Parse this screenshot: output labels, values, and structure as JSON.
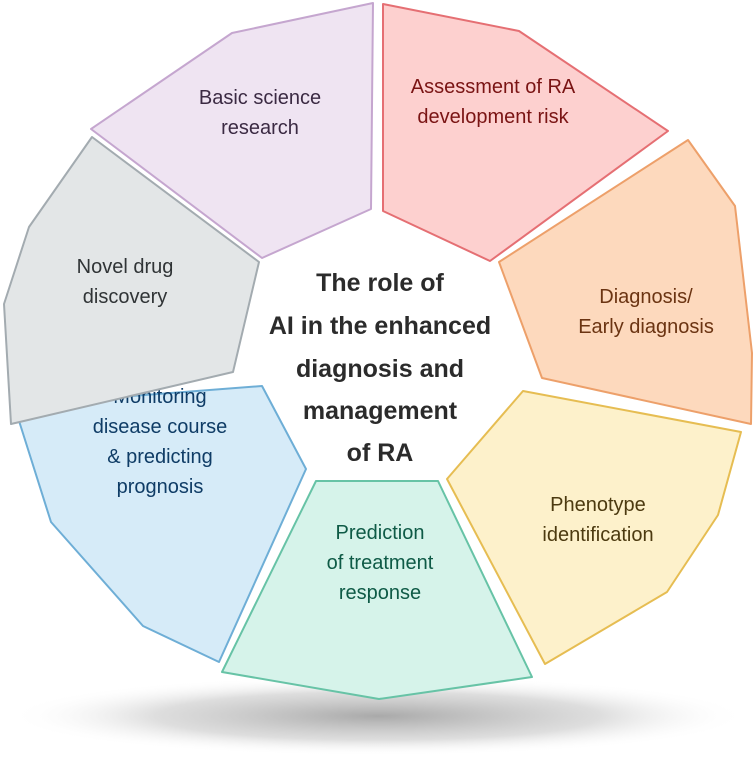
{
  "center": {
    "lines": [
      "The role of",
      "AI in the enhanced",
      "diagnosis and",
      "management",
      "of RA"
    ]
  },
  "segments": [
    {
      "lines": [
        "Assessment of RA",
        "development risk"
      ],
      "fill": "#fdd0cf",
      "stroke": "#e56f73",
      "text_color": "#7a1414"
    },
    {
      "lines": [
        "Diagnosis/",
        "Early diagnosis"
      ],
      "fill": "#fdd9bd",
      "stroke": "#eda06a",
      "text_color": "#6b3412"
    },
    {
      "lines": [
        "Phenotype",
        "identification"
      ],
      "fill": "#fdf1cb",
      "stroke": "#e6bd52",
      "text_color": "#4c3a10"
    },
    {
      "lines": [
        "Prediction",
        "of treatment",
        "response"
      ],
      "fill": "#d6f3ea",
      "stroke": "#67c3a6",
      "text_color": "#0e5a46"
    },
    {
      "lines": [
        "Monitoring",
        "disease course",
        "& predicting",
        "prognosis"
      ],
      "fill": "#d6ebf8",
      "stroke": "#6eaed6",
      "text_color": "#0f3c66"
    },
    {
      "lines": [
        "Novel drug",
        "discovery"
      ],
      "fill": "#e3e6e7",
      "stroke": "#a3abb0",
      "text_color": "#303436"
    },
    {
      "lines": [
        "Basic science",
        "research"
      ],
      "fill": "#efe4f2",
      "stroke": "#c5a6cf",
      "text_color": "#3b2a43"
    }
  ]
}
